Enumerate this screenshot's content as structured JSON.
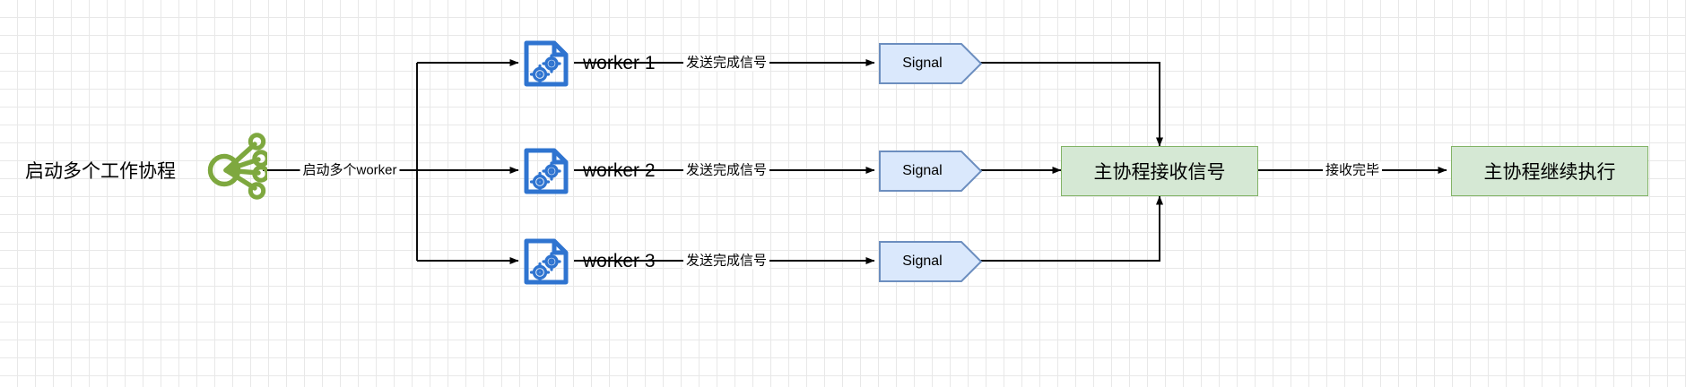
{
  "diagram": {
    "title_text": "启动多个工作协程",
    "start": {
      "label": "启动多个工作协程",
      "icon": "green-fanout-node-icon"
    },
    "edges": {
      "start_to_workers": "启动多个worker",
      "worker_to_signal": "发送完成信号",
      "main_to_continue": "接收完毕"
    },
    "workers": [
      {
        "label": "worker 1",
        "icon": "blue-document-gears-icon",
        "signal": "Signal"
      },
      {
        "label": "worker 2",
        "icon": "blue-document-gears-icon",
        "signal": "Signal"
      },
      {
        "label": "worker 3",
        "icon": "blue-document-gears-icon",
        "signal": "Signal"
      }
    ],
    "signal_label": "Signal",
    "main_receive": {
      "label": "主协程接收信号"
    },
    "main_continue": {
      "label": "主协程继续执行"
    },
    "colors": {
      "green_fill": "#d5e8d4",
      "green_stroke": "#82b366",
      "blue_fill": "#dae8fc",
      "blue_stroke": "#6c8ebf",
      "icon_blue": "#2f74d0",
      "icon_green": "#7ea83f",
      "line": "#000000",
      "grid_minor": "#e8e8e8",
      "grid_major": "#cfcfcf"
    }
  }
}
